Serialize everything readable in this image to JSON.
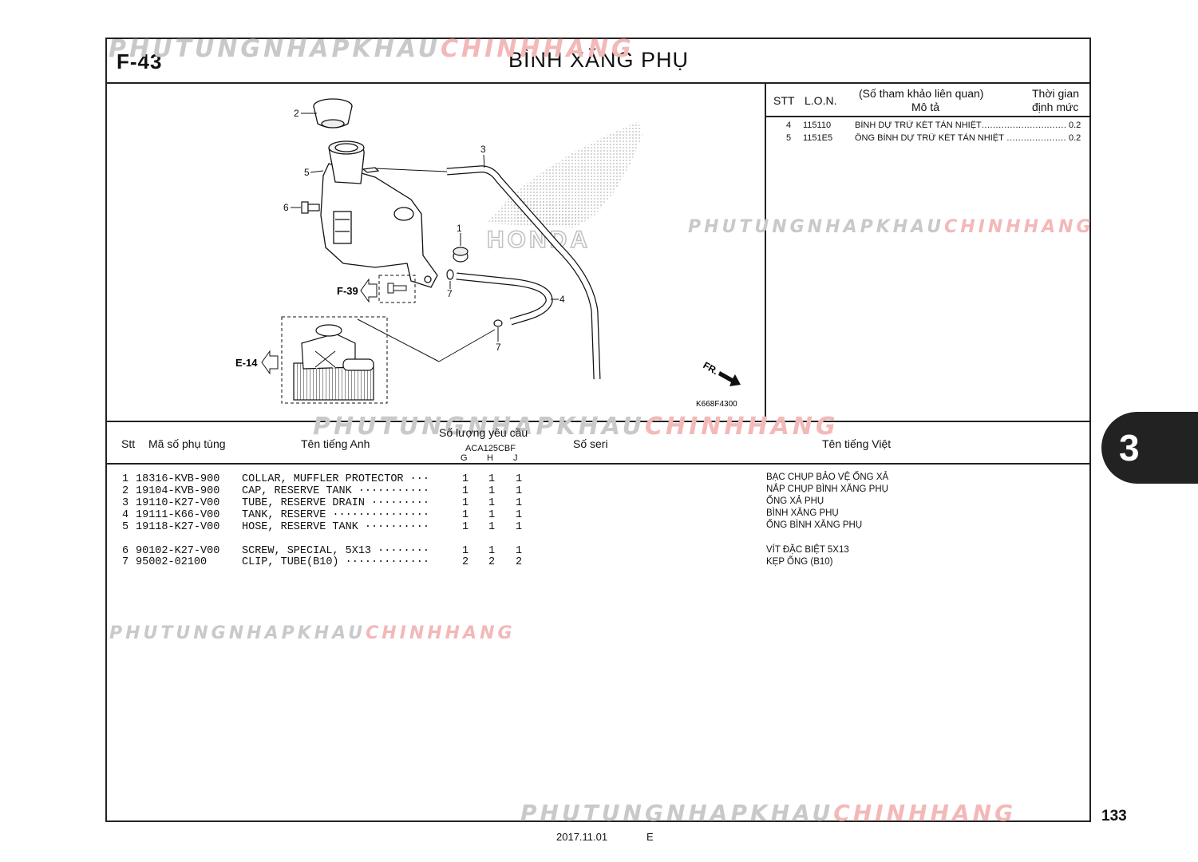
{
  "page": {
    "code": "F-43",
    "title": "BÌNH XĂNG PHỤ",
    "section_tab": "3",
    "page_number": "133",
    "footer_date": "2017.11.01",
    "footer_letter": "E"
  },
  "watermark": {
    "part1": "PHUTUNGNHAPKHAU",
    "part2": "CHINHHANG"
  },
  "reference_table": {
    "headers": {
      "stt": "STT",
      "lon": "L.O.N.",
      "desc_top": "(Số tham khảo liên quan)",
      "desc_bottom": "Mô tả",
      "time_top": "Thời gian",
      "time_bottom": "định mức"
    },
    "rows": [
      {
        "stt": "4",
        "lon": "115110",
        "desc": "BÌNH DỰ TRỮ KÉT TẢN NHIỆT",
        "time": "0.2"
      },
      {
        "stt": "5",
        "lon": "1151E5",
        "desc": "ỐNG BÌNH DỰ TRỮ KÉT TẢN NHIỆT",
        "time": "0.2"
      }
    ]
  },
  "diagram": {
    "callouts": [
      "1",
      "2",
      "3",
      "4",
      "5",
      "6",
      "7",
      "7"
    ],
    "refs": [
      "F-39",
      "E-14"
    ],
    "front_label": "FR.",
    "figure_code": "K668F4300",
    "brand": "HONDA"
  },
  "parts_table": {
    "headers": {
      "stt": "Stt",
      "part_no": "Mã số phụ tùng",
      "name_en": "Tên tiếng Anh",
      "qty": "Số lượng yêu cầu",
      "model": "ACA125CBF",
      "g": "G",
      "h": "H",
      "j": "J",
      "serial": "Số seri",
      "name_vn": "Tên tiếng Việt"
    },
    "rows": [
      {
        "stt": "1",
        "part_no": "18316-KVB-900",
        "name_en": "COLLAR, MUFFLER PROTECTOR ···",
        "g": "1",
        "h": "1",
        "j": "1",
        "name_vn": "BẠC CHỤP BẢO VỆ ỐNG XẢ"
      },
      {
        "stt": "2",
        "part_no": "19104-KVB-900",
        "name_en": "CAP, RESERVE TANK ···········",
        "g": "1",
        "h": "1",
        "j": "1",
        "name_vn": "NẮP CHỤP BÌNH XĂNG PHỤ"
      },
      {
        "stt": "3",
        "part_no": "19110-K27-V00",
        "name_en": "TUBE, RESERVE DRAIN ·········",
        "g": "1",
        "h": "1",
        "j": "1",
        "name_vn": "ỐNG XẢ PHỤ"
      },
      {
        "stt": "4",
        "part_no": "19111-K66-V00",
        "name_en": "TANK, RESERVE ···············",
        "g": "1",
        "h": "1",
        "j": "1",
        "name_vn": "BÌNH XĂNG PHỤ"
      },
      {
        "stt": "5",
        "part_no": "19118-K27-V00",
        "name_en": "HOSE, RESERVE TANK ··········",
        "g": "1",
        "h": "1",
        "j": "1",
        "name_vn": "ỐNG BÌNH XĂNG PHỤ"
      },
      {
        "stt": "6",
        "part_no": "90102-K27-V00",
        "name_en": "SCREW, SPECIAL, 5X13 ········",
        "g": "1",
        "h": "1",
        "j": "1",
        "name_vn": "VÍT ĐẶC BIỆT 5X13"
      },
      {
        "stt": "7",
        "part_no": "95002-02100",
        "name_en": "CLIP, TUBE(B10) ·············",
        "g": "2",
        "h": "2",
        "j": "2",
        "name_vn": "KẸP ỐNG (B10)"
      }
    ]
  }
}
